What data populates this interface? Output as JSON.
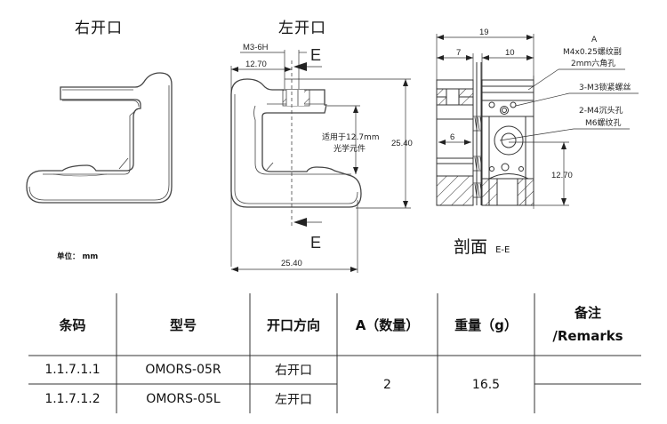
{
  "drawings": {
    "right_opening": {
      "title": "右开口"
    },
    "left_opening": {
      "title": "左开口",
      "thread_label": "M3-6H",
      "offset_dim": "12.70",
      "height_dim": "25.40",
      "width_dim": "25.40",
      "section_mark_top": "E",
      "section_mark_bottom": "E",
      "fit_note_line1": "适用于12.7mm",
      "fit_note_line2": "光学元件"
    },
    "section": {
      "title": "剖面",
      "subtitle": "E-E",
      "total_width_dim": "19",
      "left_width_dim": "7",
      "right_width_dim": "10",
      "inner_dim": "6",
      "center_height_dim": "12.70",
      "callout_a_label": "A",
      "callout_a_line1": "M4x0.25螺纹副",
      "callout_a_line2": "2mm六角孔",
      "callout_m3": "3-M3锁紧螺丝",
      "callout_m4_line1": "2-M4沉头孔",
      "callout_m4_line2": "M6螺纹孔"
    },
    "unit_label": "单位： mm"
  },
  "table": {
    "headers": [
      "条码",
      "型号",
      "开口方向",
      "A（数量）",
      "重量（g）",
      "备注",
      "/Remarks"
    ],
    "rows": [
      {
        "code": "1.1.7.1.1",
        "model": "OMORS-05R",
        "direction": "右开口"
      },
      {
        "code": "1.1.7.1.2",
        "model": "OMORS-05L",
        "direction": "左开口"
      }
    ],
    "shared_quantity": "2",
    "shared_weight": "16.5",
    "remarks": [
      "",
      ""
    ]
  },
  "colors": {
    "line": "#333333",
    "text": "#111111",
    "background": "#ffffff"
  }
}
